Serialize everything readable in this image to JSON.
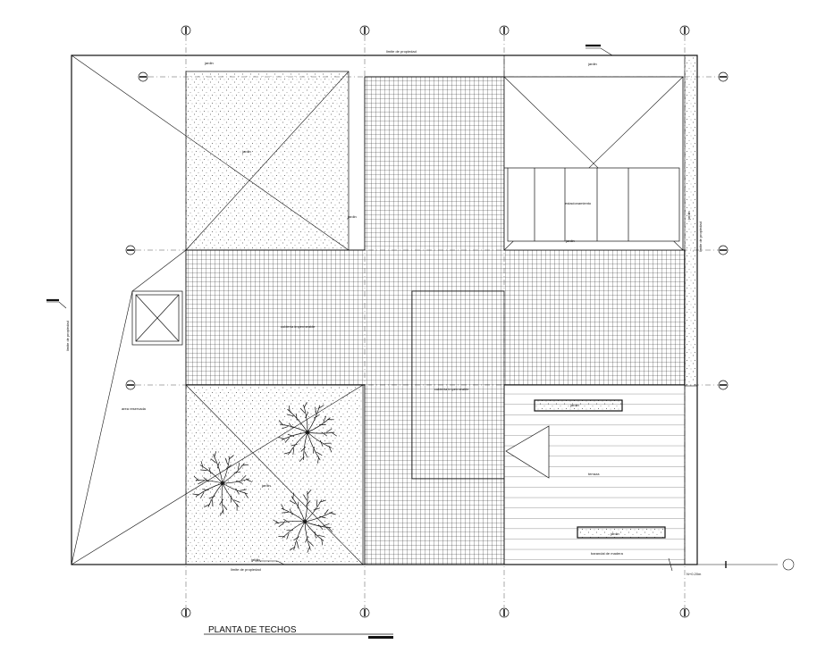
{
  "drawing": {
    "title": "PLANTA DE TECHOS"
  },
  "labels": {
    "property_limit_top": "limite de propiedad",
    "property_limit_left": "limite de propiedad",
    "property_limit_bottom": "limite de propiedad",
    "property_limit_right": "limite de propiedad",
    "jardin": "jardin",
    "estacionamiento": "estacionamiento",
    "cubierta_top": "cubierta impermeable",
    "cubierta_mid": "cubierta impermeable",
    "area_reservada": "area reservada",
    "terraza": "terraza",
    "barandal": "barandal de madera",
    "nivel": "N+0.20m",
    "pergola": "pergola"
  },
  "colors": {
    "line": "#111111",
    "paper": "#ffffff"
  }
}
